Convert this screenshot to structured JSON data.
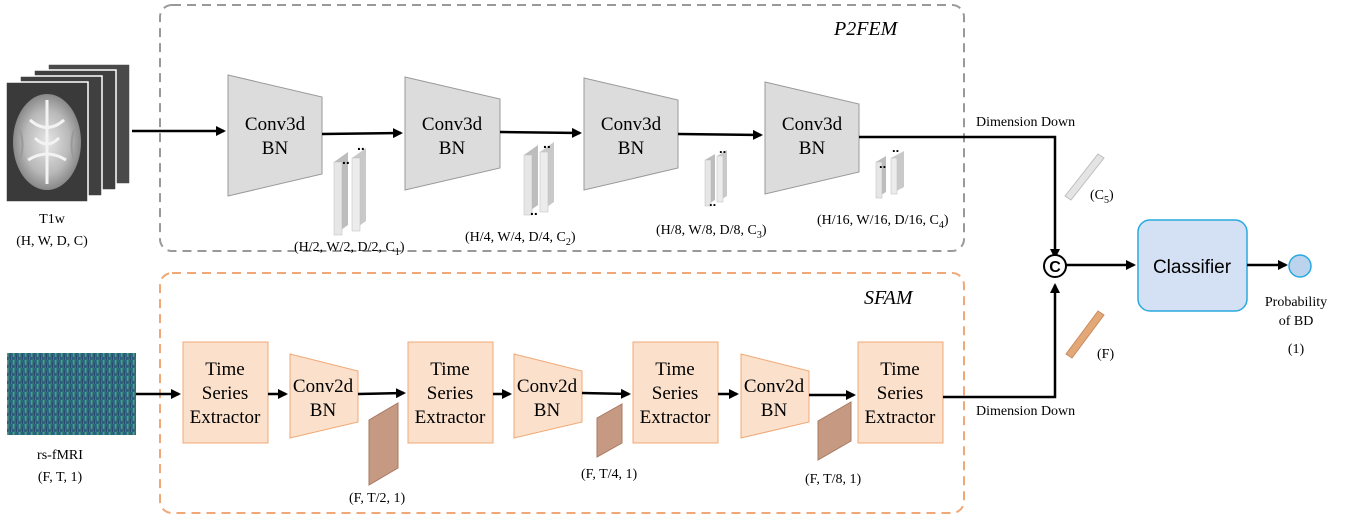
{
  "modules": {
    "p2fem": "P2FEM",
    "sfam": "SFAM"
  },
  "inputs": {
    "t1w": {
      "name": "T1w",
      "shape": "(H, W, D, C)"
    },
    "fmri": {
      "name": "rs-fMRI",
      "shape": "(F, T, 1)"
    }
  },
  "conv3d": {
    "line1": "Conv3d",
    "line2": "BN"
  },
  "conv2d": {
    "line1": "Conv2d",
    "line2": "BN"
  },
  "tse": {
    "line1": "Time",
    "line2": "Series",
    "line3": "Extractor"
  },
  "feature_shapes_3d": [
    {
      "main": "(H/2,  W/2, D/2, C",
      "sub": "1",
      "close": ")"
    },
    {
      "main": "(H/4,  W/4, D/4, C",
      "sub": "2",
      "close": ")"
    },
    {
      "main": "(H/8,  W/8, D/8, C",
      "sub": "3",
      "close": ")"
    },
    {
      "main": "(H/16,  W/16, D/16, C",
      "sub": "4",
      "close": ")"
    }
  ],
  "feature_shapes_2d": [
    "(F, T/2, 1)",
    "(F, T/4, 1)",
    "(F, T/8, 1)"
  ],
  "dimension_down": "Dimension Down",
  "c5": {
    "main": "(C",
    "sub": "5",
    "close": ")"
  },
  "f_vec": "(F)",
  "concat": "C",
  "classifier": "Classifier",
  "output": {
    "line1": "Probability",
    "line2": "of BD",
    "shape": "(1)"
  },
  "colors": {
    "conv3d_fill": "#dcdcdc",
    "orange_fill": "#fbe1cc",
    "orange_stroke": "#f0a876",
    "classifier_fill": "#d4e0f3",
    "classifier_stroke": "#29a9e0",
    "output_fill": "#bcd3ee"
  }
}
